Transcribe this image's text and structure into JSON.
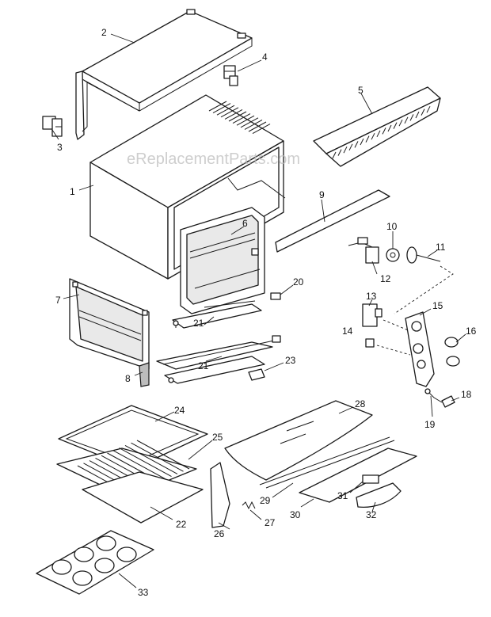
{
  "watermark": "eReplacementParts.com",
  "callouts": [
    {
      "id": "c1",
      "label": "1"
    },
    {
      "id": "c2",
      "label": "2"
    },
    {
      "id": "c3",
      "label": "3"
    },
    {
      "id": "c4",
      "label": "4"
    },
    {
      "id": "c5",
      "label": "5"
    },
    {
      "id": "c6",
      "label": "6"
    },
    {
      "id": "c7",
      "label": "7"
    },
    {
      "id": "c8",
      "label": "8"
    },
    {
      "id": "c9",
      "label": "9"
    },
    {
      "id": "c10",
      "label": "10"
    },
    {
      "id": "c11",
      "label": "11"
    },
    {
      "id": "c12",
      "label": "12"
    },
    {
      "id": "c13",
      "label": "13"
    },
    {
      "id": "c14",
      "label": "14"
    },
    {
      "id": "c15",
      "label": "15"
    },
    {
      "id": "c16",
      "label": "16"
    },
    {
      "id": "c18",
      "label": "18"
    },
    {
      "id": "c19",
      "label": "19"
    },
    {
      "id": "c20",
      "label": "20"
    },
    {
      "id": "c21a",
      "label": "21"
    },
    {
      "id": "c21b",
      "label": "21"
    },
    {
      "id": "c22",
      "label": "22"
    },
    {
      "id": "c23",
      "label": "23"
    },
    {
      "id": "c24",
      "label": "24"
    },
    {
      "id": "c25",
      "label": "25"
    },
    {
      "id": "c26",
      "label": "26"
    },
    {
      "id": "c27",
      "label": "27"
    },
    {
      "id": "c28",
      "label": "28"
    },
    {
      "id": "c29",
      "label": "29"
    },
    {
      "id": "c30",
      "label": "30"
    },
    {
      "id": "c31",
      "label": "31"
    },
    {
      "id": "c32",
      "label": "32"
    },
    {
      "id": "c33",
      "label": "33"
    }
  ]
}
